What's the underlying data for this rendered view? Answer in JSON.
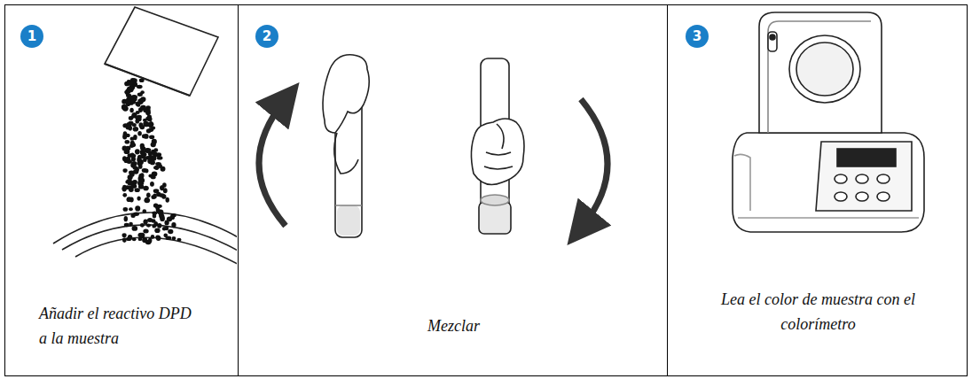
{
  "diagram": {
    "nodes": [
      {
        "text": [
          "Añadir el reactivo DPD a la muestra"
        ]
      },
      {
        "text": [
          "1"
        ],
        "in": 0
      },
      {
        "text": [
          "Mezclar"
        ]
      },
      {
        "text": [
          "2"
        ],
        "in": 2
      },
      {
        "text": [
          "Lea el color de muestra con el colorímetro"
        ]
      },
      {
        "text": [
          "3"
        ],
        "in": 4
      }
    ]
  }
}
